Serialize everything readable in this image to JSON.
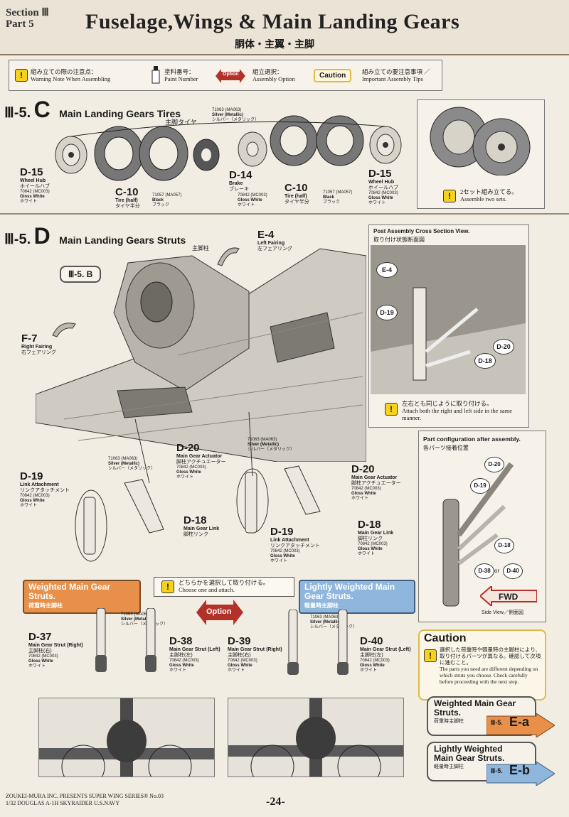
{
  "header": {
    "section": "Section Ⅲ",
    "part": "Part 5",
    "title": "Fuselage,Wings & Main Landing Gears",
    "subtitle_jp": "胴体・主翼・主脚"
  },
  "legend": {
    "warning_jp": "組み立ての際の注意点：",
    "warning_en": "Warning Note When Assembling",
    "paint_jp": "塗料番号：",
    "paint_en": "Paint Number",
    "option_badge": "Option",
    "option_jp": "組立選択：",
    "option_en": "Assembly Option",
    "caution_badge": "Caution",
    "caution_jp": "組み立ての要注意事項 ／",
    "caution_en": "Important Assembly Tips"
  },
  "section_c": {
    "num": "Ⅲ-5.",
    "letter": "C",
    "title": "Main Landing Gears Tires",
    "title_jp": "主脚タイヤ",
    "paint_top": {
      "code": "71063 (MA063)",
      "en": "Silver (Metallic)",
      "jp": "シルバー（メタリック）"
    },
    "parts": [
      {
        "num": "D-15",
        "name": "Wheel Hub",
        "jp": "ホイールハブ",
        "paint_code": "70842 (MC003)",
        "paint_en": "Gloss White",
        "paint_jp": "ホワイト"
      },
      {
        "num": "C-10",
        "name": "Tire (half)",
        "jp": "タイヤ半分",
        "paint_code": "71057 (MA057)",
        "paint_en": "Black",
        "paint_jp": "ブラック"
      },
      {
        "num": "D-14",
        "name": "Brake",
        "jp": "ブレーキ",
        "paint_code": "70842 (MC003)",
        "paint_en": "Gloss White",
        "paint_jp": "ホワイト"
      },
      {
        "num": "C-10",
        "name": "Tire (half)",
        "jp": "タイヤ半分",
        "paint_code": "71057 (MA057)",
        "paint_en": "Black",
        "paint_jp": "ブラック"
      },
      {
        "num": "D-15",
        "name": "Wheel Hub",
        "jp": "ホイールハブ",
        "paint_code": "70842 (MC003)",
        "paint_en": "Gloss White",
        "paint_jp": "ホワイト"
      }
    ],
    "note_jp": "2セット組み立てる。",
    "note_en": "Assemble two sets."
  },
  "section_d": {
    "num": "Ⅲ-5.",
    "letter": "D",
    "title": "Main Landing Gears Struts",
    "title_jp": "主脚柱",
    "ref_b": "Ⅲ-5. B",
    "e4": {
      "num": "E-4",
      "name": "Left Fairing",
      "jp": "左フェアリング"
    },
    "f7": {
      "num": "F-7",
      "name": "Right Fairing",
      "jp": "右フェアリング"
    },
    "d20_left": {
      "num": "D-20",
      "name": "Main Gear Actuator",
      "jp": "脚柱アクチュエーター",
      "paint_code": "70842 (MC003)",
      "paint_en": "Gloss White",
      "paint_jp": "ホワイト"
    },
    "d20_right": {
      "num": "D-20",
      "name": "Main Gear Actuator",
      "jp": "脚柱アクチュエーター",
      "paint_code": "70842 (MC003)",
      "paint_en": "Gloss White",
      "paint_jp": "ホワイト"
    },
    "d19_left": {
      "num": "D-19",
      "name": "Link Attachment",
      "jp": "リンクアタッチメント",
      "paint_code": "70842 (MC003)",
      "paint_en": "Gloss White",
      "paint_jp": "ホワイト"
    },
    "d19_right": {
      "num": "D-19",
      "name": "Link Attachment",
      "jp": "リンクアタッチメント",
      "paint_code": "70842 (MC003)",
      "paint_en": "Gloss White",
      "paint_jp": "ホワイト"
    },
    "d18_left": {
      "num": "D-18",
      "name": "Main Gear Link",
      "jp": "脚柱リンク"
    },
    "d18_right": {
      "num": "D-18",
      "name": "Main Gear Link",
      "jp": "脚柱リンク",
      "paint_code": "70842 (MC003)",
      "paint_en": "Gloss White",
      "paint_jp": "ホワイト"
    },
    "silver_left": {
      "code": "71063 (MA063)",
      "en": "Silver (Metallic)",
      "jp": "シルバー（メタリック）"
    },
    "silver_mid": {
      "code": "71063 (MA063)",
      "en": "Silver (Metallic)",
      "jp": "シルバー（メタリック）"
    }
  },
  "cross_section": {
    "title": "Post Assembly Cross Section View.",
    "title_jp": "取り付け状態断面図",
    "labels": [
      "E-4",
      "D-19",
      "D-20",
      "D-18"
    ],
    "note_jp": "左右とも同じように取り付ける。",
    "note_en": "Attach both the right and left side in the same manner."
  },
  "config": {
    "title": "Part configuration after assembly.",
    "title_jp": "各パーツ接着位置",
    "labels": [
      "D-20",
      "D-19",
      "D-18",
      "D-38",
      "D-40"
    ],
    "or": "or",
    "fwd": "FWD",
    "side_view": "Side View／側面図"
  },
  "choose": {
    "jp": "どちらかを選択して取り付ける。",
    "en": "Choose one and attach.",
    "option": "Option"
  },
  "weighted": {
    "title": "Weighted Main Gear Struts.",
    "jp": "荷重時主脚柱",
    "silver": {
      "code": "71063 (MA063)",
      "en": "Silver (Metallic)",
      "jp": "シルバー（メタリック）"
    },
    "d37": {
      "num": "D-37",
      "name": "Main Gear Strut (Right)",
      "jp": "主脚柱(右)",
      "paint_code": "70842 (MC003)",
      "paint_en": "Gloss White",
      "paint_jp": "ホワイト"
    },
    "d38": {
      "num": "D-38",
      "name": "Main Gear Strut (Left)",
      "jp": "主脚柱(左)",
      "paint_code": "70842 (MC003)",
      "paint_en": "Gloss White",
      "paint_jp": "ホワイト"
    }
  },
  "light": {
    "title": "Lightly Weighted Main Gear Struts.",
    "jp": "軽量時主脚柱",
    "silver": {
      "code": "71063 (MA063)",
      "en": "Silver (Metallic)",
      "jp": "シルバー（メタリック）"
    },
    "d39": {
      "num": "D-39",
      "name": "Main Gear Strut (Right)",
      "jp": "主脚柱(右)",
      "paint_code": "70842 (MC003)",
      "paint_en": "Gloss White",
      "paint_jp": "ホワイト"
    },
    "d40": {
      "num": "D-40",
      "name": "Main Gear Strut (Left)",
      "jp": "主脚柱(左)",
      "paint_code": "70842 (MC003)",
      "paint_en": "Gloss White",
      "paint_jp": "ホワイト"
    }
  },
  "caution": {
    "title": "Caution",
    "jp": "選択した荷重時や軽量時の主脚柱により、取り付けるパーツが異なる。確認して次項に進むこと。",
    "en": "The parts you need are different depending on which struts you choose. Check carefully before proceeding with the next step.",
    "weighted_title": "Weighted Main Gear Struts.",
    "weighted_jp": "荷重時主脚柱",
    "weighted_ref_num": "Ⅲ-5.",
    "weighted_ref_letter": "E-a",
    "light_title": "Lightly Weighted Main Gear Struts.",
    "light_jp": "軽量時主脚柱",
    "light_ref_num": "Ⅲ-5.",
    "light_ref_letter": "E-b"
  },
  "footer": {
    "line1": "ZOUKEI-MURA INC. PRESENTS   SUPER WING SERIES® No.03",
    "line2": "1/32  DOUGLAS A-1H SKYRAIDER U.S.NAVY",
    "page": "-24-"
  },
  "colors": {
    "warning_yellow": "#f6d21a",
    "option_red": "#b2322a",
    "weighted_orange": "#e8904a",
    "light_blue": "#8fb6dc",
    "caution_border": "#e0b94b"
  }
}
